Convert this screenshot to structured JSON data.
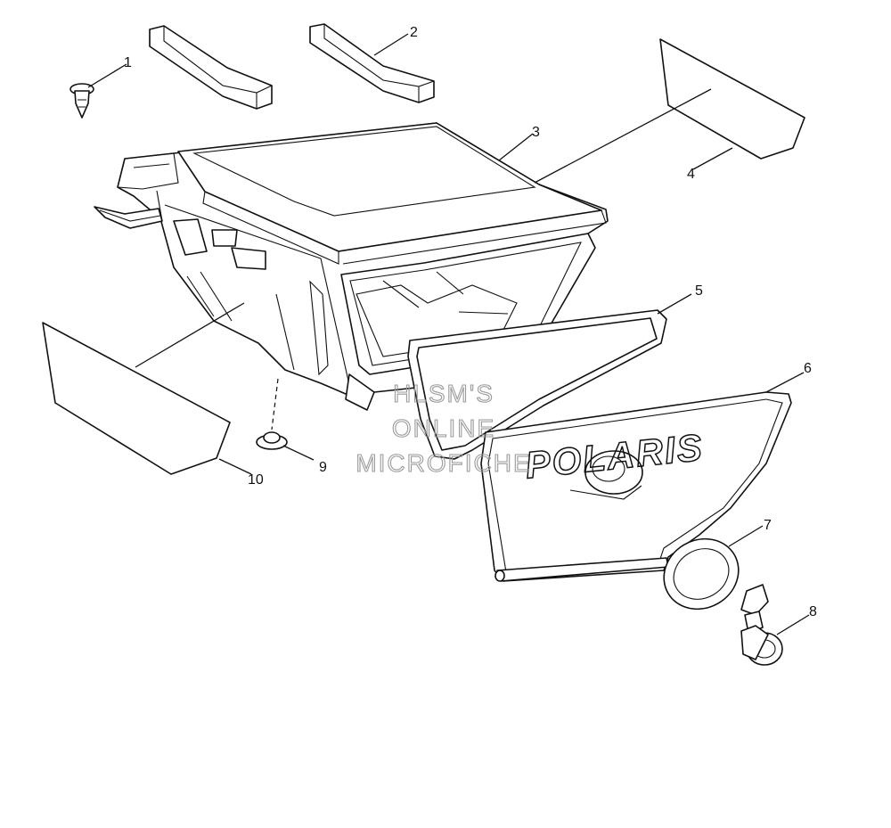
{
  "callouts": {
    "c1": "1",
    "c2": "2",
    "c3": "3",
    "c4": "4",
    "c5": "5",
    "c6": "6",
    "c7": "7",
    "c8": "8",
    "c9": "9",
    "c10": "10"
  },
  "door_logo": "POLARIS",
  "watermark": {
    "line1": "HLSM'S",
    "line2": "ONLINE",
    "line3": "MICROFICHE"
  }
}
